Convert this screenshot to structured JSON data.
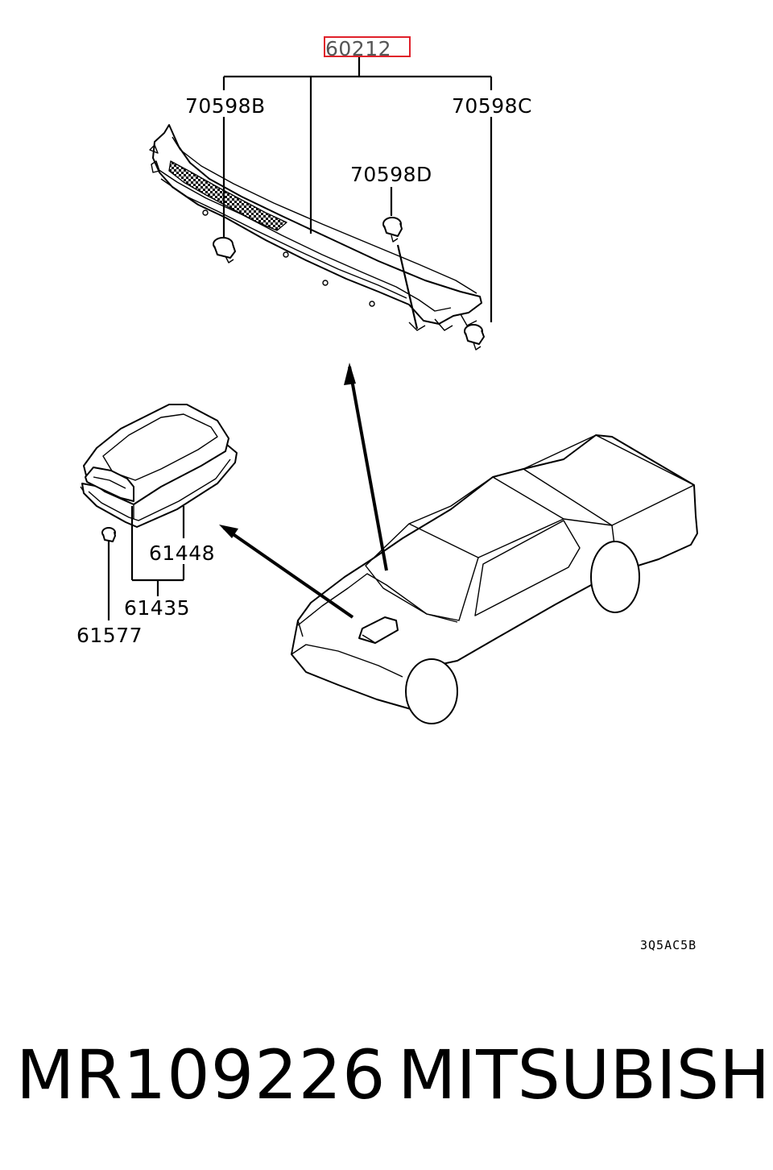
{
  "diagram": {
    "callouts": {
      "cowl_top_panel": "60212",
      "clip_left": "70598B",
      "clip_right": "70598C",
      "clip_center": "70598D",
      "hood_scoop": "61448",
      "hood_scoop_assembly": "61435",
      "scoop_clip": "61577"
    },
    "figure_code": "3Q5AC5B",
    "highlight_color": "#e0202a"
  },
  "footer": {
    "part_number": "MR109226",
    "brand": "MITSUBISHI"
  }
}
